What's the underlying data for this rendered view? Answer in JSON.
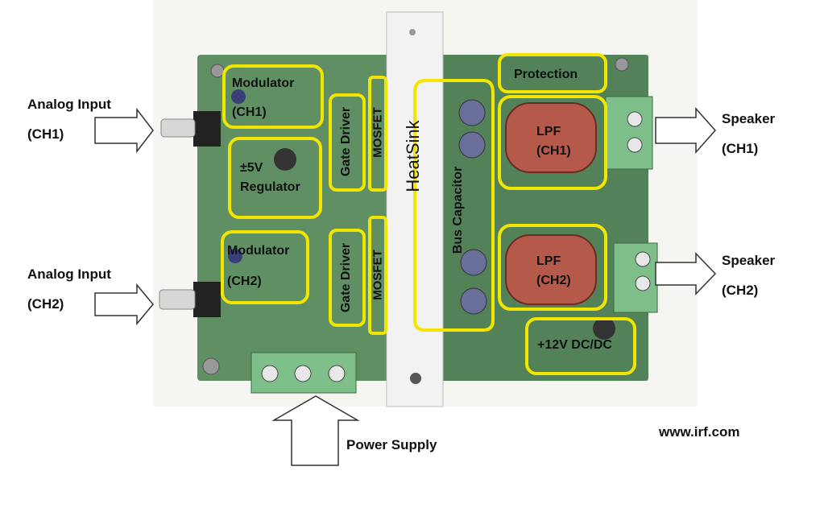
{
  "labels": {
    "analog_input": "Analog Input",
    "ch1": "(CH1)",
    "ch2": "(CH2)",
    "speaker": "Speaker",
    "power_supply": "Power Supply",
    "website": "www.irf.com",
    "modulator": "Modulator",
    "regulator_line1": "±5V",
    "regulator_line2": "Regulator",
    "gate_driver": "Gate Driver",
    "mosfet": "MOSFET",
    "heatsink": "HeatSink",
    "bus_capacitor": "Bus Capacitor",
    "protection": "Protection",
    "lpf": "LPF",
    "dcdc": "+12V DC/DC"
  },
  "colors": {
    "highlight": "#f2e600",
    "pcb": "#5f8f63",
    "pcb_dark": "#3f6a48",
    "heatsink": "#f2f2f2",
    "connector": "#7fbf8a",
    "arrow_fill": "#ffffff",
    "arrow_stroke": "#333333"
  }
}
